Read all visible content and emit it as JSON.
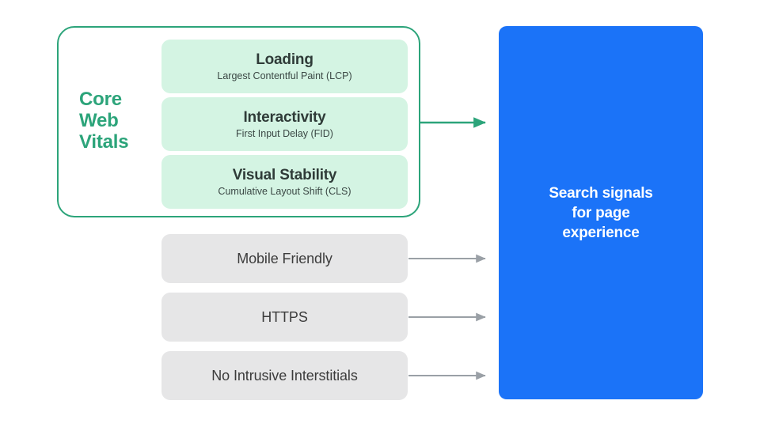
{
  "diagram": {
    "title": "Search signals for page experience",
    "colors": {
      "green_accent": "#2CA47A",
      "mint_card": "#D4F4E3",
      "gray_card": "#E6E6E7",
      "blue_panel": "#1B73F8",
      "arrow_gray": "#9AA0A6",
      "text_dark": "#3C3C3C",
      "text_white": "#FFFFFF"
    },
    "core_web_vitals": {
      "group_label": "Core Web Vitals",
      "group_label_lines": [
        "Core",
        "Web",
        "Vitals"
      ],
      "metrics": [
        {
          "title": "Loading",
          "subtitle": "Largest Contentful Paint (LCP)"
        },
        {
          "title": "Interactivity",
          "subtitle": "First Input Delay (FID)"
        },
        {
          "title": "Visual Stability",
          "subtitle": "Cumulative Layout Shift (CLS)"
        }
      ]
    },
    "other_signals": [
      {
        "title": "Mobile Friendly"
      },
      {
        "title": "HTTPS"
      },
      {
        "title": "No Intrusive Interstitials"
      }
    ],
    "output_panel": {
      "text": "Search signals for page experience",
      "lines": [
        "Search signals",
        "for page",
        "experience"
      ]
    },
    "connectors": [
      {
        "name": "core-web-vitals-arrow",
        "color": "#2CA47A",
        "from": "core-web-vitals-group",
        "to": "output-panel"
      },
      {
        "name": "mobile-friendly-arrow",
        "color": "#9AA0A6",
        "from": "signal-mobile-friendly",
        "to": "output-panel"
      },
      {
        "name": "https-arrow",
        "color": "#9AA0A6",
        "from": "signal-https",
        "to": "output-panel"
      },
      {
        "name": "interstitials-arrow",
        "color": "#9AA0A6",
        "from": "signal-no-intrusive-interstitials",
        "to": "output-panel"
      }
    ]
  }
}
